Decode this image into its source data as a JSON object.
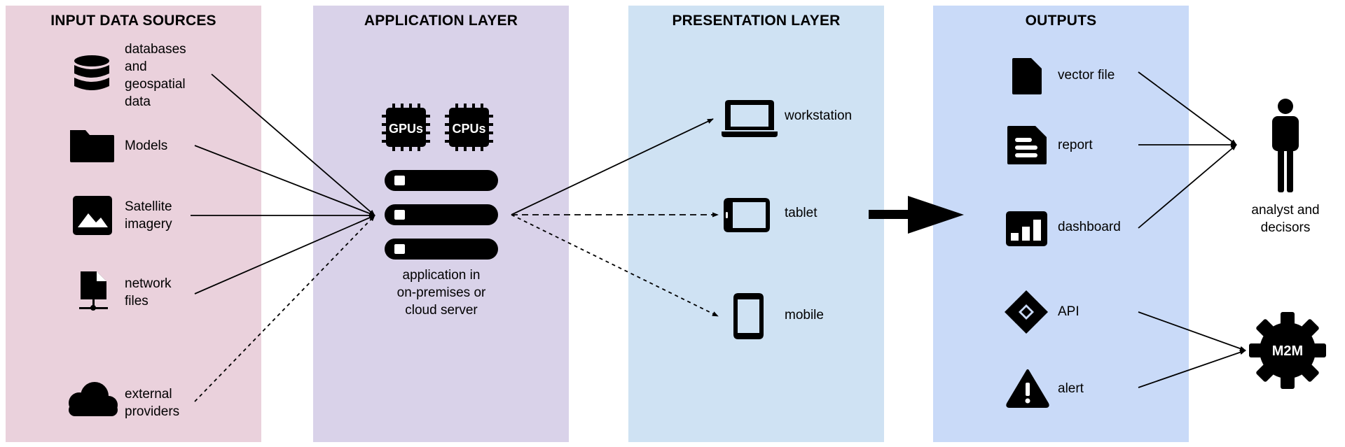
{
  "columns": {
    "input": {
      "title": "INPUT DATA SOURCES",
      "color": "#ead1dc"
    },
    "application": {
      "title": "APPLICATION LAYER",
      "color": "#d9d2e9"
    },
    "presentation": {
      "title": "PRESENTATION LAYER",
      "color": "#cfe2f3"
    },
    "outputs": {
      "title": "OUTPUTS",
      "color": "#c9daf8"
    }
  },
  "inputs": [
    {
      "lines": [
        "databases",
        "and",
        "geospatial",
        "data"
      ],
      "icon": "database-icon"
    },
    {
      "lines": [
        "Models"
      ],
      "icon": "folder-icon"
    },
    {
      "lines": [
        "Satellite",
        "imagery"
      ],
      "icon": "image-icon"
    },
    {
      "lines": [
        "network",
        "files"
      ],
      "icon": "network-file-icon"
    },
    {
      "lines": [
        "external",
        "providers"
      ],
      "icon": "cloud-icon"
    }
  ],
  "application": {
    "chips": [
      "GPUs",
      "CPUs"
    ],
    "server_label_lines": [
      "application in",
      "on-premises or",
      "cloud server"
    ]
  },
  "presentation": [
    {
      "label": "workstation",
      "icon": "laptop-icon"
    },
    {
      "label": "tablet",
      "icon": "tablet-icon"
    },
    {
      "label": "mobile",
      "icon": "mobile-icon"
    }
  ],
  "outputs": [
    {
      "label": "vector file",
      "icon": "file-icon"
    },
    {
      "label": "report",
      "icon": "report-icon"
    },
    {
      "label": "dashboard",
      "icon": "dashboard-icon"
    },
    {
      "label": "API",
      "icon": "api-icon"
    },
    {
      "label": "alert",
      "icon": "alert-icon"
    }
  ],
  "consumers": {
    "human_lines": [
      "analyst and",
      "decisors"
    ],
    "machine": "M2M"
  }
}
